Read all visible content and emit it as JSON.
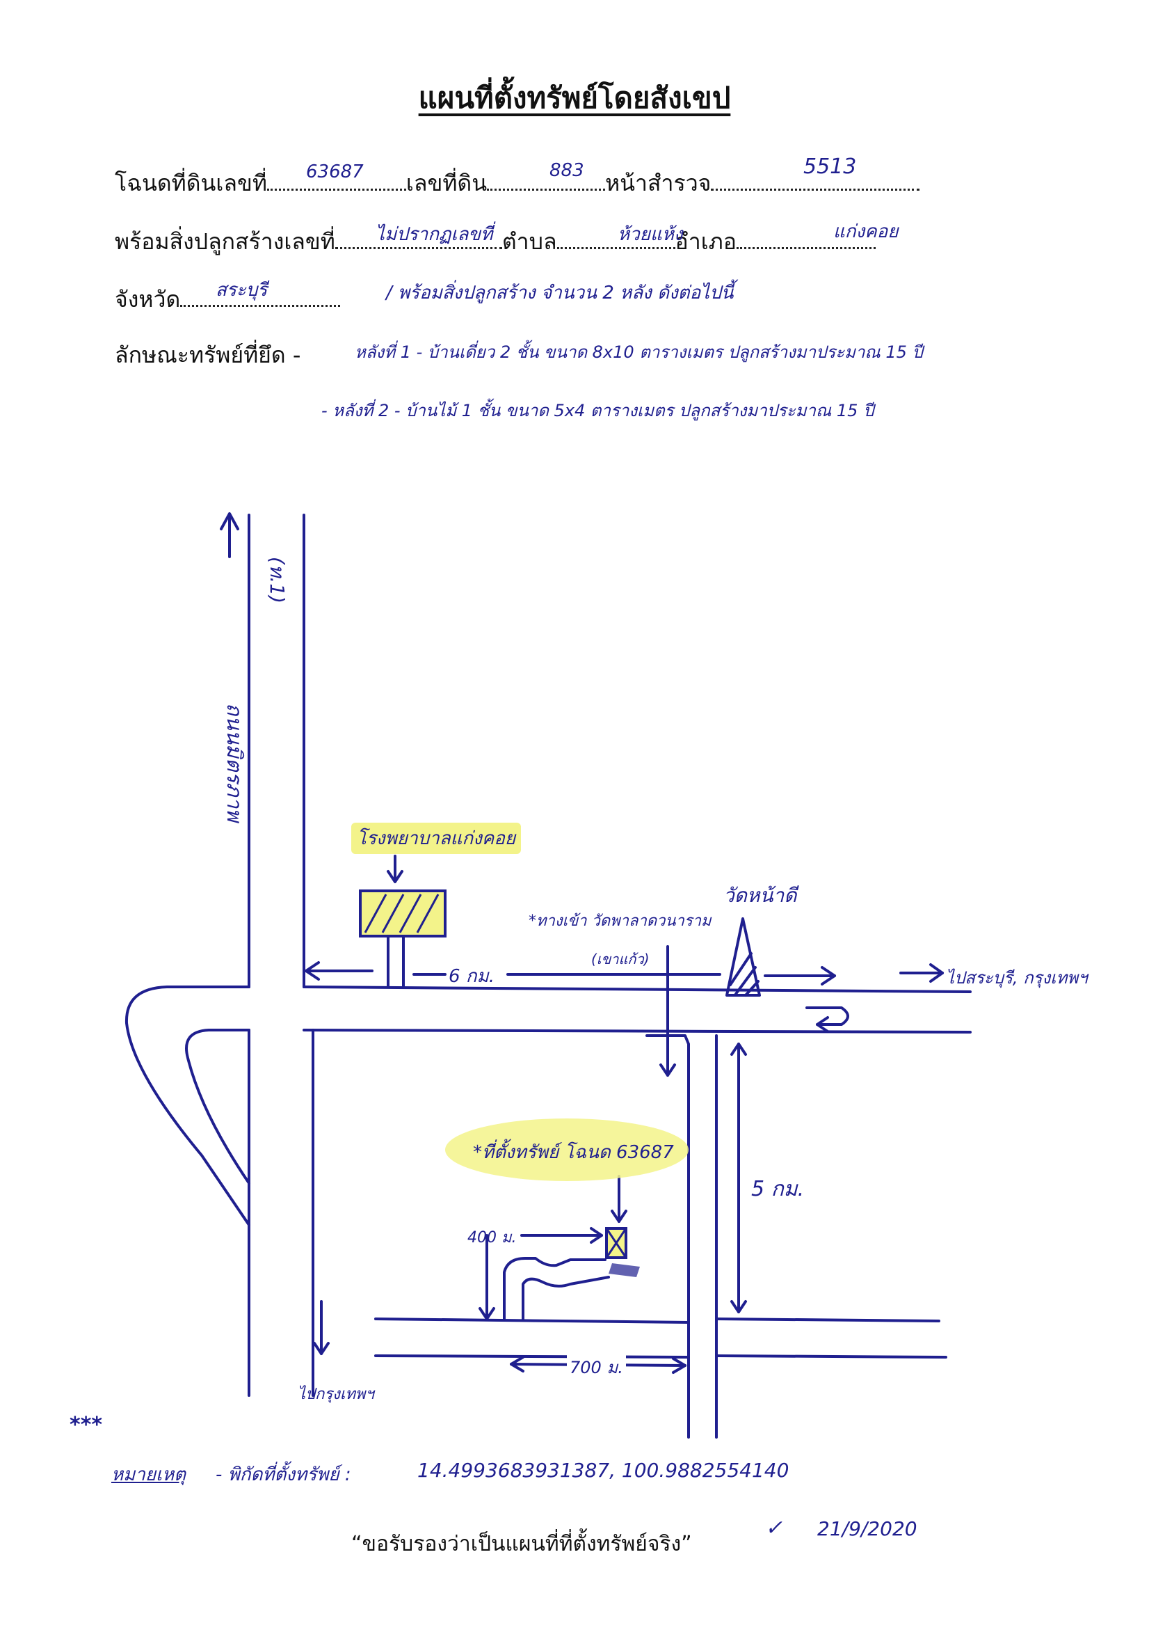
{
  "header": {
    "title": "แผนที่ตั้งทรัพย์โดยสังเขป"
  },
  "form": {
    "deed_label": "โฉนดที่ดินเลขที่",
    "deed_value": "63687",
    "land_no_label": "เลขที่ดิน",
    "land_no_value": "883",
    "survey_page_label": "หน้าสำรวจ",
    "survey_page_value": "5513",
    "building_label": "พร้อมสิ่งปลูกสร้างเลขที่",
    "building_value": "ไม่ปรากฏเลขที่",
    "subdistrict_label": "ตำบล",
    "subdistrict_value": "ห้วยแห้ง",
    "district_label": "อำเภอ",
    "district_value": "แก่งคอย",
    "province_label": "จังหวัด",
    "province_value": "สระบุรี",
    "province_note": "/ พร้อมสิ่งปลูกสร้าง จำนวน 2 หลัง ดังต่อไปนี้",
    "property_label": "ลักษณะทรัพย์ที่ยึด -",
    "item1": "หลังที่ 1 - บ้านเดี่ยว 2 ชั้น ขนาด 8x10 ตารางเมตร ปลูกสร้างมาประมาณ 15 ปี",
    "item2": "- หลังที่ 2 - บ้านไม้ 1 ชั้น ขนาด 5x4 ตารางเมตร ปลูกสร้างมาประมาณ 15 ปี"
  },
  "map": {
    "road_main": "ถนนมิตรภาพ",
    "road_main_code": "(ท.1)",
    "hospital": "โรงพยาบาลแก่งคอย",
    "distance_6km": "6 กม.",
    "temple_label": "วัดหน้าดี",
    "direction_note": "*ทางเข้า วัดพาลาดวนาราม",
    "direction_note2": "(เขาแก้ว)",
    "to_bangkok_right": "ไปสระบุรี, กรุงเทพฯ",
    "property_label": "*ที่ตั้งทรัพย์ โฉนด 63687",
    "distance_5km": "5 กม.",
    "distance_400m": "400 ม.",
    "distance_700m": "700 ม.",
    "to_bangkok_bottom": "ไปกรุงเทพฯ"
  },
  "notes": {
    "stars": "***",
    "remark_label": "หมายเหตุ",
    "coords_label": "- พิกัดที่ตั้งทรัพย์ :",
    "coords_value": "14.4993683931387, 100.9882554140",
    "certify": "“ขอรับรองว่าเป็นแผนที่ที่ตั้งทรัพย์จริง”",
    "date": "21/9/2020"
  },
  "colors": {
    "ink": "#1f1f8f",
    "highlight": "#f3f38a"
  }
}
